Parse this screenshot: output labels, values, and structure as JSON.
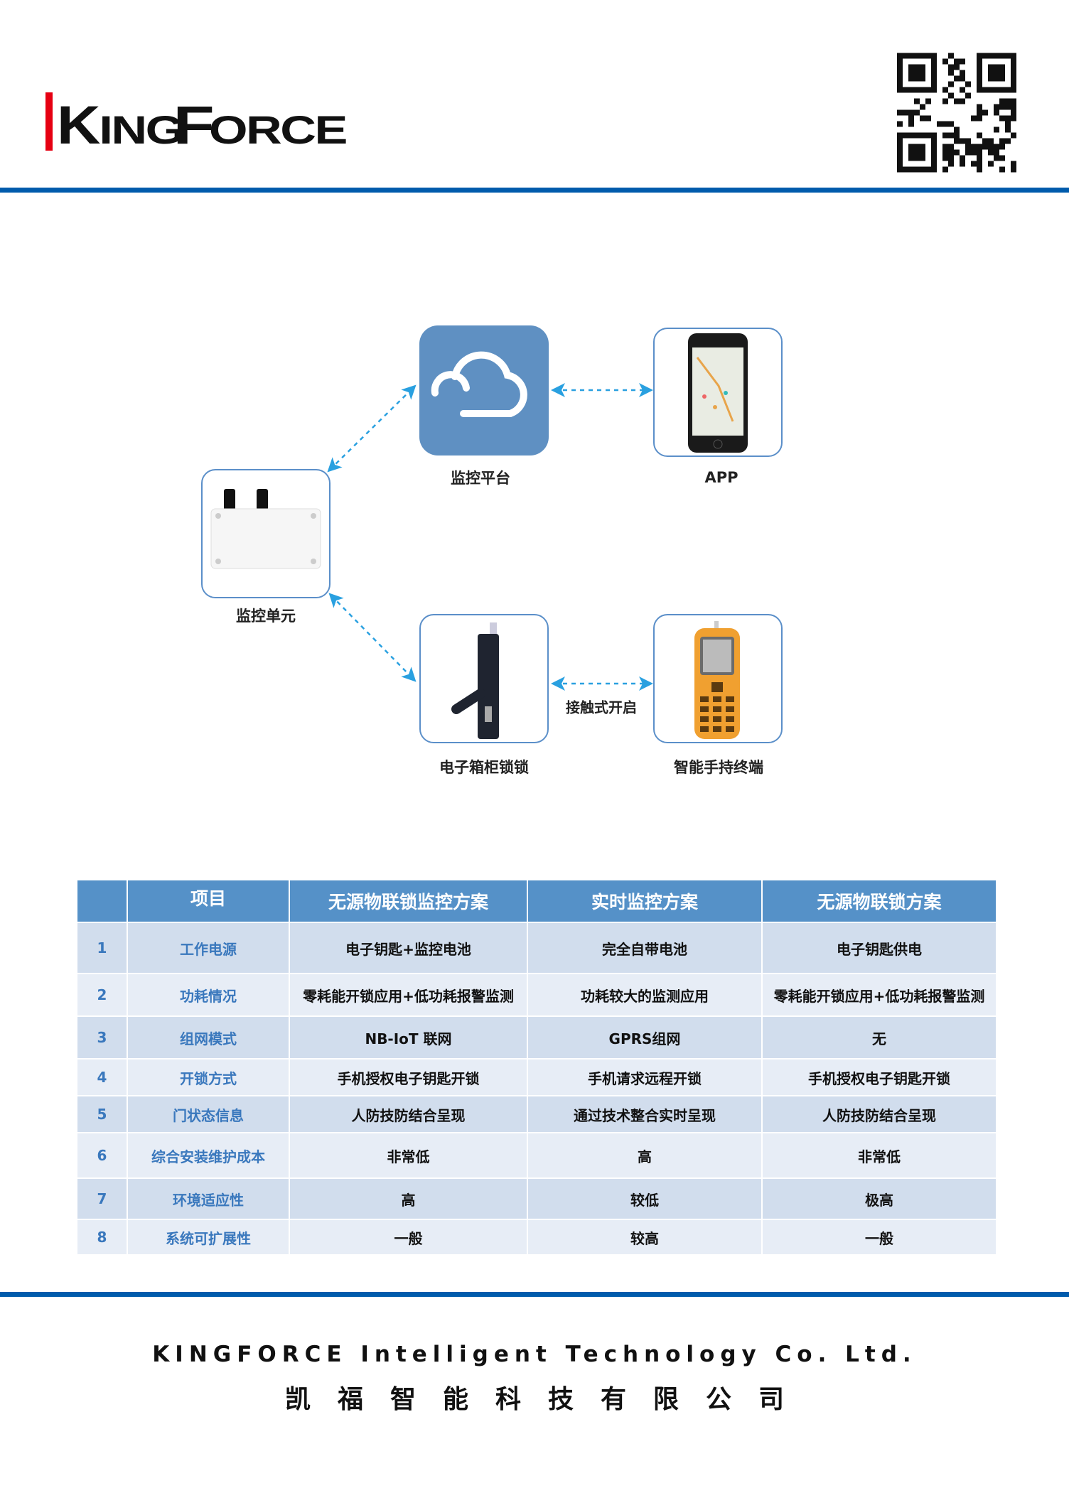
{
  "brand": {
    "logo_text": "KINGFORCE",
    "accent": "#e60012",
    "rule_color": "#005bac"
  },
  "diagram": {
    "nodes": {
      "platform": "监控平台",
      "app": "APP",
      "unit": "监控单元",
      "lock": "电子箱柜锁锁",
      "handheld": "智能手持终端"
    },
    "edge_label": "接触式开启",
    "arrow_color": "#29a0e0"
  },
  "table": {
    "headers": [
      "",
      "项目",
      "无源物联锁监控方案",
      "实时监控方案",
      "无源物联锁方案"
    ],
    "rows": [
      [
        "1",
        "工作电源",
        "电子钥匙+监控电池",
        "完全自带电池",
        "电子钥匙供电"
      ],
      [
        "2",
        "功耗情况",
        "零耗能开锁应用+低功耗报警监测",
        "功耗较大的监测应用",
        "零耗能开锁应用+低功耗报警监测"
      ],
      [
        "3",
        "组网模式",
        "NB-IoT 联网",
        "GPRS组网",
        "无"
      ],
      [
        "4",
        "开锁方式",
        "手机授权电子钥匙开锁",
        "手机请求远程开锁",
        "手机授权电子钥匙开锁"
      ],
      [
        "5",
        "门状态信息",
        "人防技防结合呈现",
        "通过技术整合实时呈现",
        "人防技防结合呈现"
      ],
      [
        "6",
        "综合安装维护成本",
        "非常低",
        "高",
        "非常低"
      ],
      [
        "7",
        "环境适应性",
        "高",
        "较低",
        "极高"
      ],
      [
        "8",
        "系统可扩展性",
        "一般",
        "较高",
        "一般"
      ]
    ]
  },
  "footer": {
    "en": "KINGFORCE Intelligent Technology Co. Ltd.",
    "cn": "凯福智能科技有限公司"
  }
}
